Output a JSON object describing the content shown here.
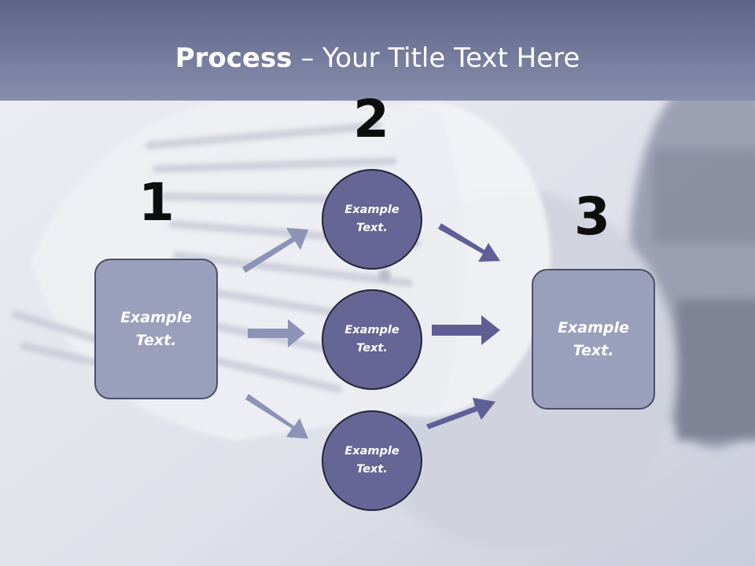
{
  "title": {
    "bold": "Process",
    "rest": " – Your Title Text Here"
  },
  "steps": [
    {
      "number": "1",
      "label_lines": [
        "Example",
        "Text."
      ]
    },
    {
      "number": "2"
    },
    {
      "number": "3",
      "label_lines": [
        "Example",
        "Text."
      ]
    }
  ],
  "circles": [
    {
      "label_lines": [
        "Example",
        "Text."
      ]
    },
    {
      "label_lines": [
        "Example",
        "Text."
      ]
    },
    {
      "label_lines": [
        "Example",
        "Text."
      ]
    }
  ],
  "colors": {
    "title_band": "#6a7090",
    "box_fill": "#9aa0bb",
    "circle_fill": "#656596",
    "arrow_light": "#8d93b6",
    "arrow_dark": "#5f5f95"
  }
}
